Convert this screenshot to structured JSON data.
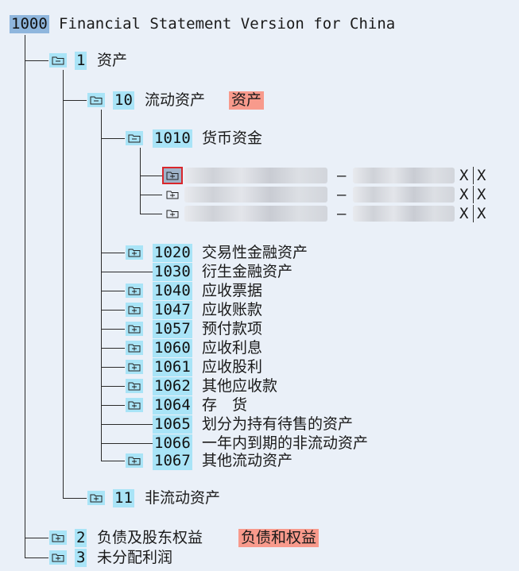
{
  "root": {
    "code": "1000",
    "title": "Financial Statement Version for China"
  },
  "nodes": {
    "n1": {
      "code": "1",
      "label": "资产"
    },
    "n10": {
      "code": "10",
      "label": "流动资产",
      "tag": "资产"
    },
    "n1010": {
      "code": "1010",
      "label": "货币资金"
    },
    "n1020": {
      "code": "1020",
      "label": "交易性金融资产"
    },
    "n1030": {
      "code": "1030",
      "label": "衍生金融资产"
    },
    "n1040": {
      "code": "1040",
      "label": "应收票据"
    },
    "n1047": {
      "code": "1047",
      "label": "应收账款"
    },
    "n1057": {
      "code": "1057",
      "label": "预付款项"
    },
    "n1060": {
      "code": "1060",
      "label": "应收利息"
    },
    "n1061": {
      "code": "1061",
      "label": "应收股利"
    },
    "n1062": {
      "code": "1062",
      "label": "其他应收款"
    },
    "n1064": {
      "code": "1064",
      "label": "存　货"
    },
    "n1065": {
      "code": "1065",
      "label": "划分为持有待售的资产"
    },
    "n1066": {
      "code": "1066",
      "label": "一年内到期的非流动资产"
    },
    "n1067": {
      "code": "1067",
      "label": "其他流动资产"
    },
    "n11": {
      "code": "11",
      "label": "非流动资产"
    },
    "n2": {
      "code": "2",
      "label": "负债及股东权益",
      "tag": "负债和权益"
    },
    "n3": {
      "code": "3",
      "label": "未分配利润"
    }
  },
  "account_rows": [
    {
      "dash": "–",
      "flag1": "X",
      "flag2": "X"
    },
    {
      "dash": "–",
      "flag1": "X",
      "flag2": "X"
    },
    {
      "dash": "–",
      "flag1": "X",
      "flag2": "X"
    }
  ],
  "icons": {
    "expanded": "folder-open-icon",
    "collapsed": "folder-plus-icon"
  },
  "colors": {
    "code_bg": "#a9e4f7",
    "tag_bg": "#f89a8c",
    "root_bg": "#8fb6dd",
    "selection": "#d9262b"
  }
}
